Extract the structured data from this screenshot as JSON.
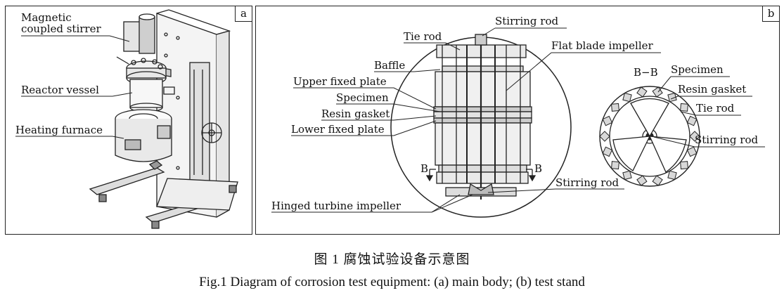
{
  "panel_a": {
    "tag": "a",
    "labels": {
      "magnetic_stirrer": "Magnetic",
      "magnetic_stirrer_2": "coupled stirrer",
      "reactor_vessel": "Reactor vessel",
      "heating_furnace": "Heating furnace"
    }
  },
  "panel_b": {
    "tag": "b",
    "labels": {
      "stirring_rod_top": "Stirring rod",
      "tie_rod": "Tie rod",
      "flat_blade_impeller": "Flat blade impeller",
      "baffle": "Baffle",
      "upper_fixed_plate": "Upper fixed plate",
      "specimen": "Specimen",
      "resin_gasket": "Resin gasket",
      "lower_fixed_plate": "Lower fixed plate",
      "section_left": "B",
      "section_right": "B",
      "stirring_rod_bottom": "Stirring rod",
      "hinged_turbine_impeller": "Hinged turbine impeller",
      "section_title": "B−B",
      "section_specimen": "Specimen",
      "section_resin_gasket": "Resin gasket",
      "section_tie_rod": "Tie rod",
      "section_stirring_rod": "Stirring rod"
    }
  },
  "caption": {
    "chinese": "图 1    腐蚀试验设备示意图",
    "english": "Fig.1    Diagram of corrosion test equipment: (a) main body; (b) test stand"
  }
}
